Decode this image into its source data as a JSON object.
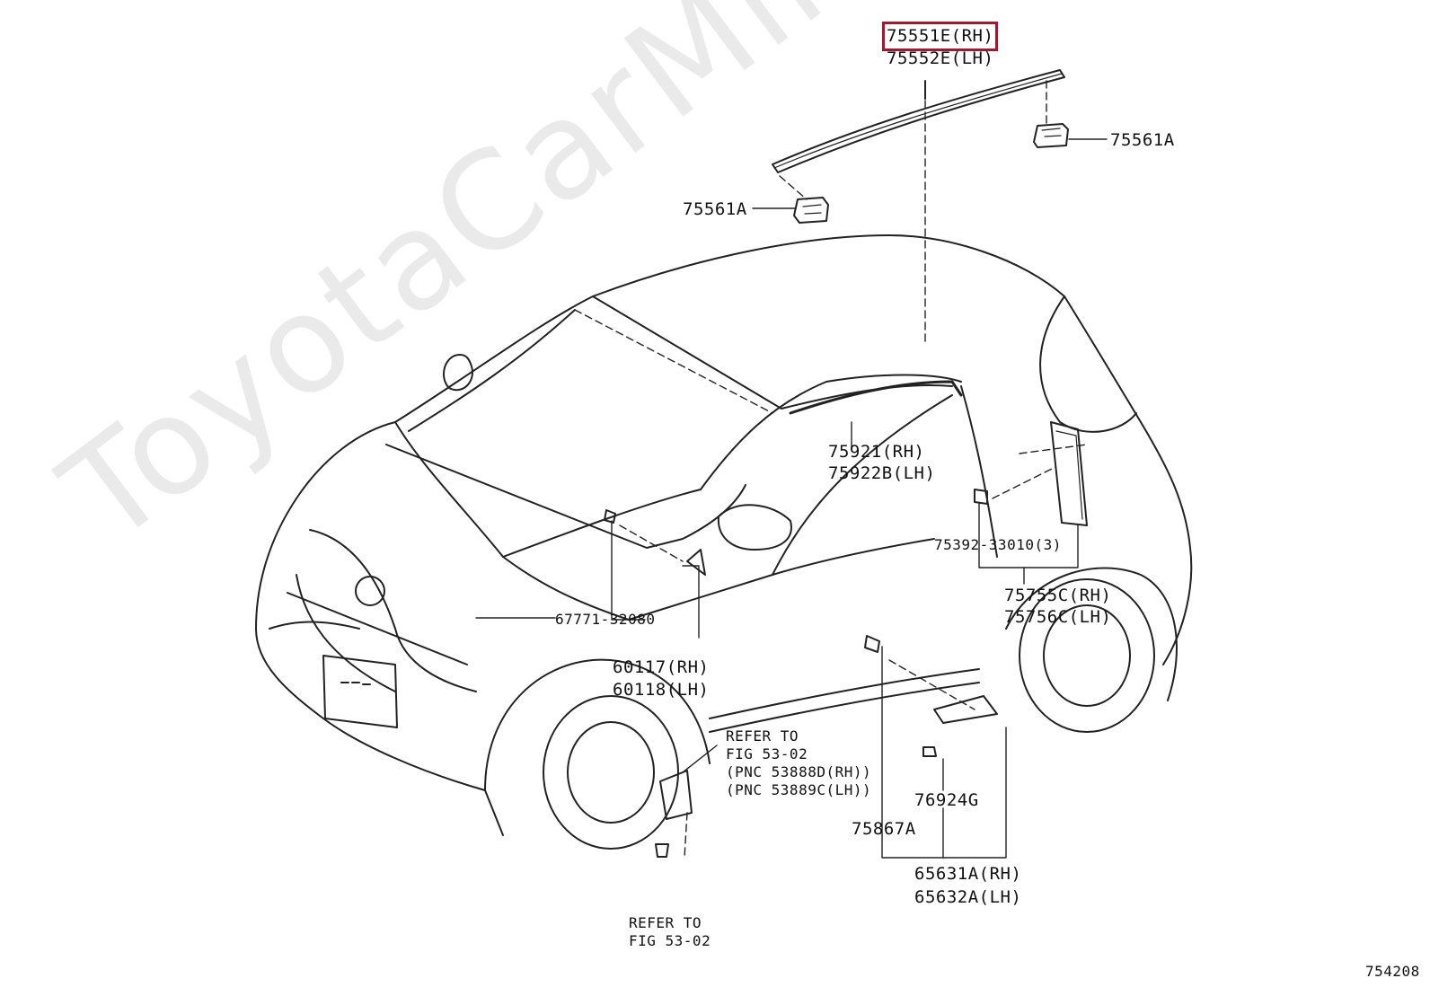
{
  "watermark": "ToyotaCarMine.ru",
  "figure_number": "754208",
  "highlight_color": "#9b1b30",
  "labels": {
    "p75551e": "75551E(RH)",
    "p75552e": "75552E(LH)",
    "p75561a_right": "75561A",
    "p75561a_left": "75561A",
    "p75921": "75921(RH)",
    "p75922b": "75922B(LH)",
    "p75392": "75392-33010(3)",
    "p75755c": "75755C(RH)",
    "p75756c": "75756C(LH)",
    "p67771": "67771-32080",
    "p60117": "60117(RH)",
    "p60118": "60118(LH)",
    "refer1_line1": "REFER TO",
    "refer1_line2": "FIG 53-02",
    "refer1_line3": "(PNC 53888D(RH))",
    "refer1_line4": "(PNC 53889C(LH))",
    "p76924g": "76924G",
    "p75867a": "75867A",
    "p65631a": "65631A(RH)",
    "p65632a": "65632A(LH)",
    "refer2_line1": "REFER TO",
    "refer2_line2": "FIG 53-02"
  }
}
